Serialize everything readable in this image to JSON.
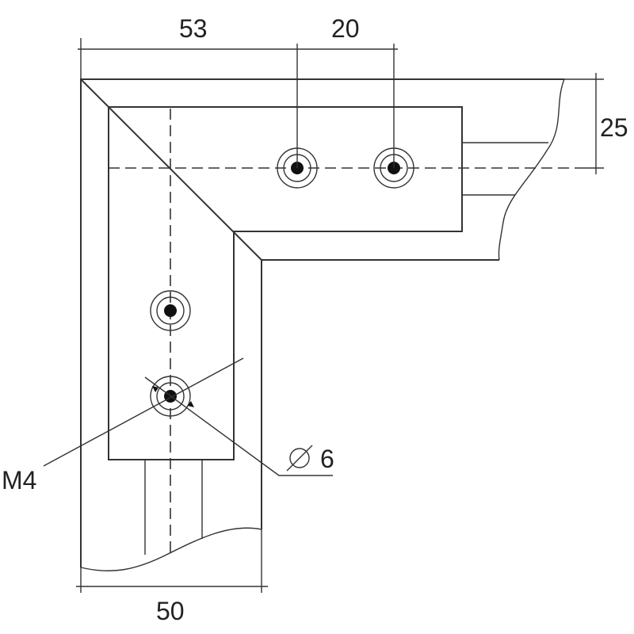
{
  "drawing": {
    "dimensions": {
      "top_left": "53",
      "top_right": "20",
      "right": "25",
      "bottom": "50"
    },
    "callouts": {
      "thread": "M4",
      "diameter_symbol": "⌀",
      "diameter": "6"
    }
  }
}
